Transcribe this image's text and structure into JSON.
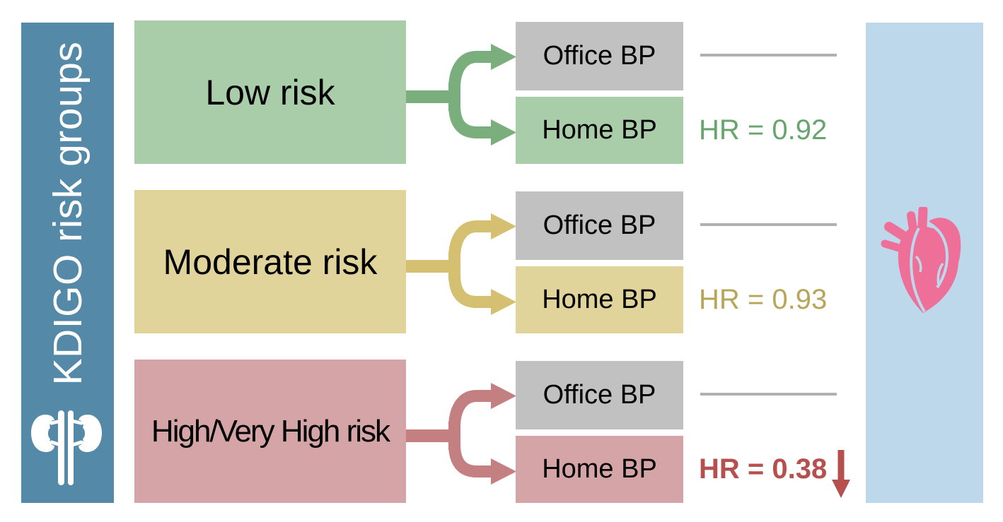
{
  "sidebar": {
    "label": "KDIGO risk groups",
    "color": "#5489a8",
    "text_color": "#ffffff",
    "icon": "kidneys-icon",
    "icon_color": "#ffffff"
  },
  "reference_line_color": "#b2b1ad",
  "rows": [
    {
      "group": "Low risk",
      "box_color": "#a9cca9",
      "arrow_color": "#7aaf7d",
      "office_label": "Office BP",
      "office_color": "#c2c1c1",
      "home_label": "Home BP",
      "home_color": "#a9cca9",
      "hr_label": "HR = 0.92",
      "hr_value": 0.92,
      "hr_color": "#68a46d"
    },
    {
      "group": "Moderate risk",
      "box_color": "#e1d49b",
      "arrow_color": "#d5bf70",
      "office_label": "Office BP",
      "office_color": "#c2c1c1",
      "home_label": "Home BP",
      "home_color": "#e1d49b",
      "hr_label": "HR = 0.93",
      "hr_value": 0.93,
      "hr_color": "#b7a558"
    },
    {
      "group": "High/Very High risk",
      "box_color": "#d4a4a6",
      "arrow_color": "#c47f81",
      "office_label": "Office BP",
      "office_color": "#c2c1c1",
      "home_label": "Home BP",
      "home_color": "#d4a4a6",
      "hr_label": "HR = 0.38",
      "hr_value": 0.38,
      "hr_color": "#b5504f"
    }
  ],
  "right_bar": {
    "color": "#bcd8ea",
    "icon": "heart-icon",
    "heart_color": "#ee6f98"
  }
}
